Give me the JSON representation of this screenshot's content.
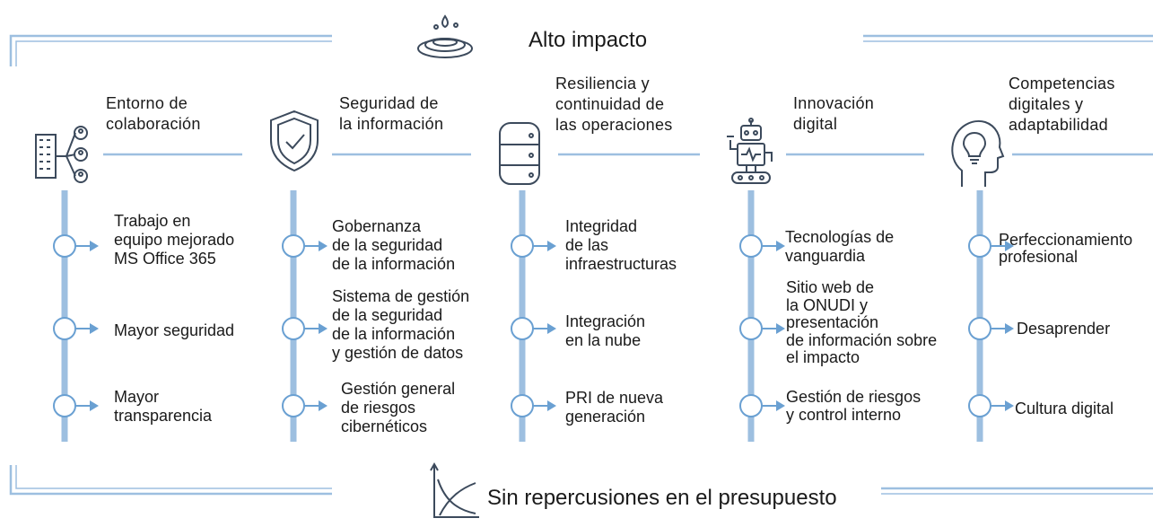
{
  "colors": {
    "accent": "#6aa0d2",
    "line": "#9dbfe0",
    "icon": "#3c4a5c",
    "text": "#1a1a1a"
  },
  "banner": {
    "top": {
      "label": "Alto impacto",
      "icon": "water-drop-ripple-icon"
    },
    "bottom": {
      "label": "Sin repercusiones en el presupuesto",
      "icon": "declining-cost-chart-icon"
    }
  },
  "columns": [
    {
      "title": "Entorno de\ncolaboración",
      "icon": "building-network-people-icon",
      "items": [
        "Trabajo en\nequipo mejorado\nMS Office 365",
        "Mayor seguridad",
        "Mayor\ntransparencia"
      ]
    },
    {
      "title": "Seguridad de\nla información",
      "icon": "shield-check-icon",
      "items": [
        "Gobernanza\nde la seguridad\nde la información",
        "Sistema de gestión\nde la seguridad\nde la información\ny gestión de datos",
        "Gestión general\nde riesgos\ncibernéticos"
      ]
    },
    {
      "title": "Resiliencia y\ncontinuidad de\nlas operaciones",
      "icon": "database-server-icon",
      "items": [
        "Integridad\nde las\ninfraestructuras",
        "Integración\nen la nube",
        "PRI de nueva\ngeneración"
      ]
    },
    {
      "title": "Innovación\ndigital",
      "icon": "robot-icon",
      "items": [
        "Tecnologías de\nvanguardia",
        "Sitio web de\nla ONUDI y\npresentación\nde información sobre\nel impacto",
        "Gestión de riesgos\ny control interno"
      ]
    },
    {
      "title": "Competencias\ndigitales y\nadaptabilidad",
      "icon": "head-lightbulb-icon",
      "items": [
        "Perfeccionamiento\nprofesional",
        "Desaprender",
        "Cultura digital"
      ]
    }
  ]
}
